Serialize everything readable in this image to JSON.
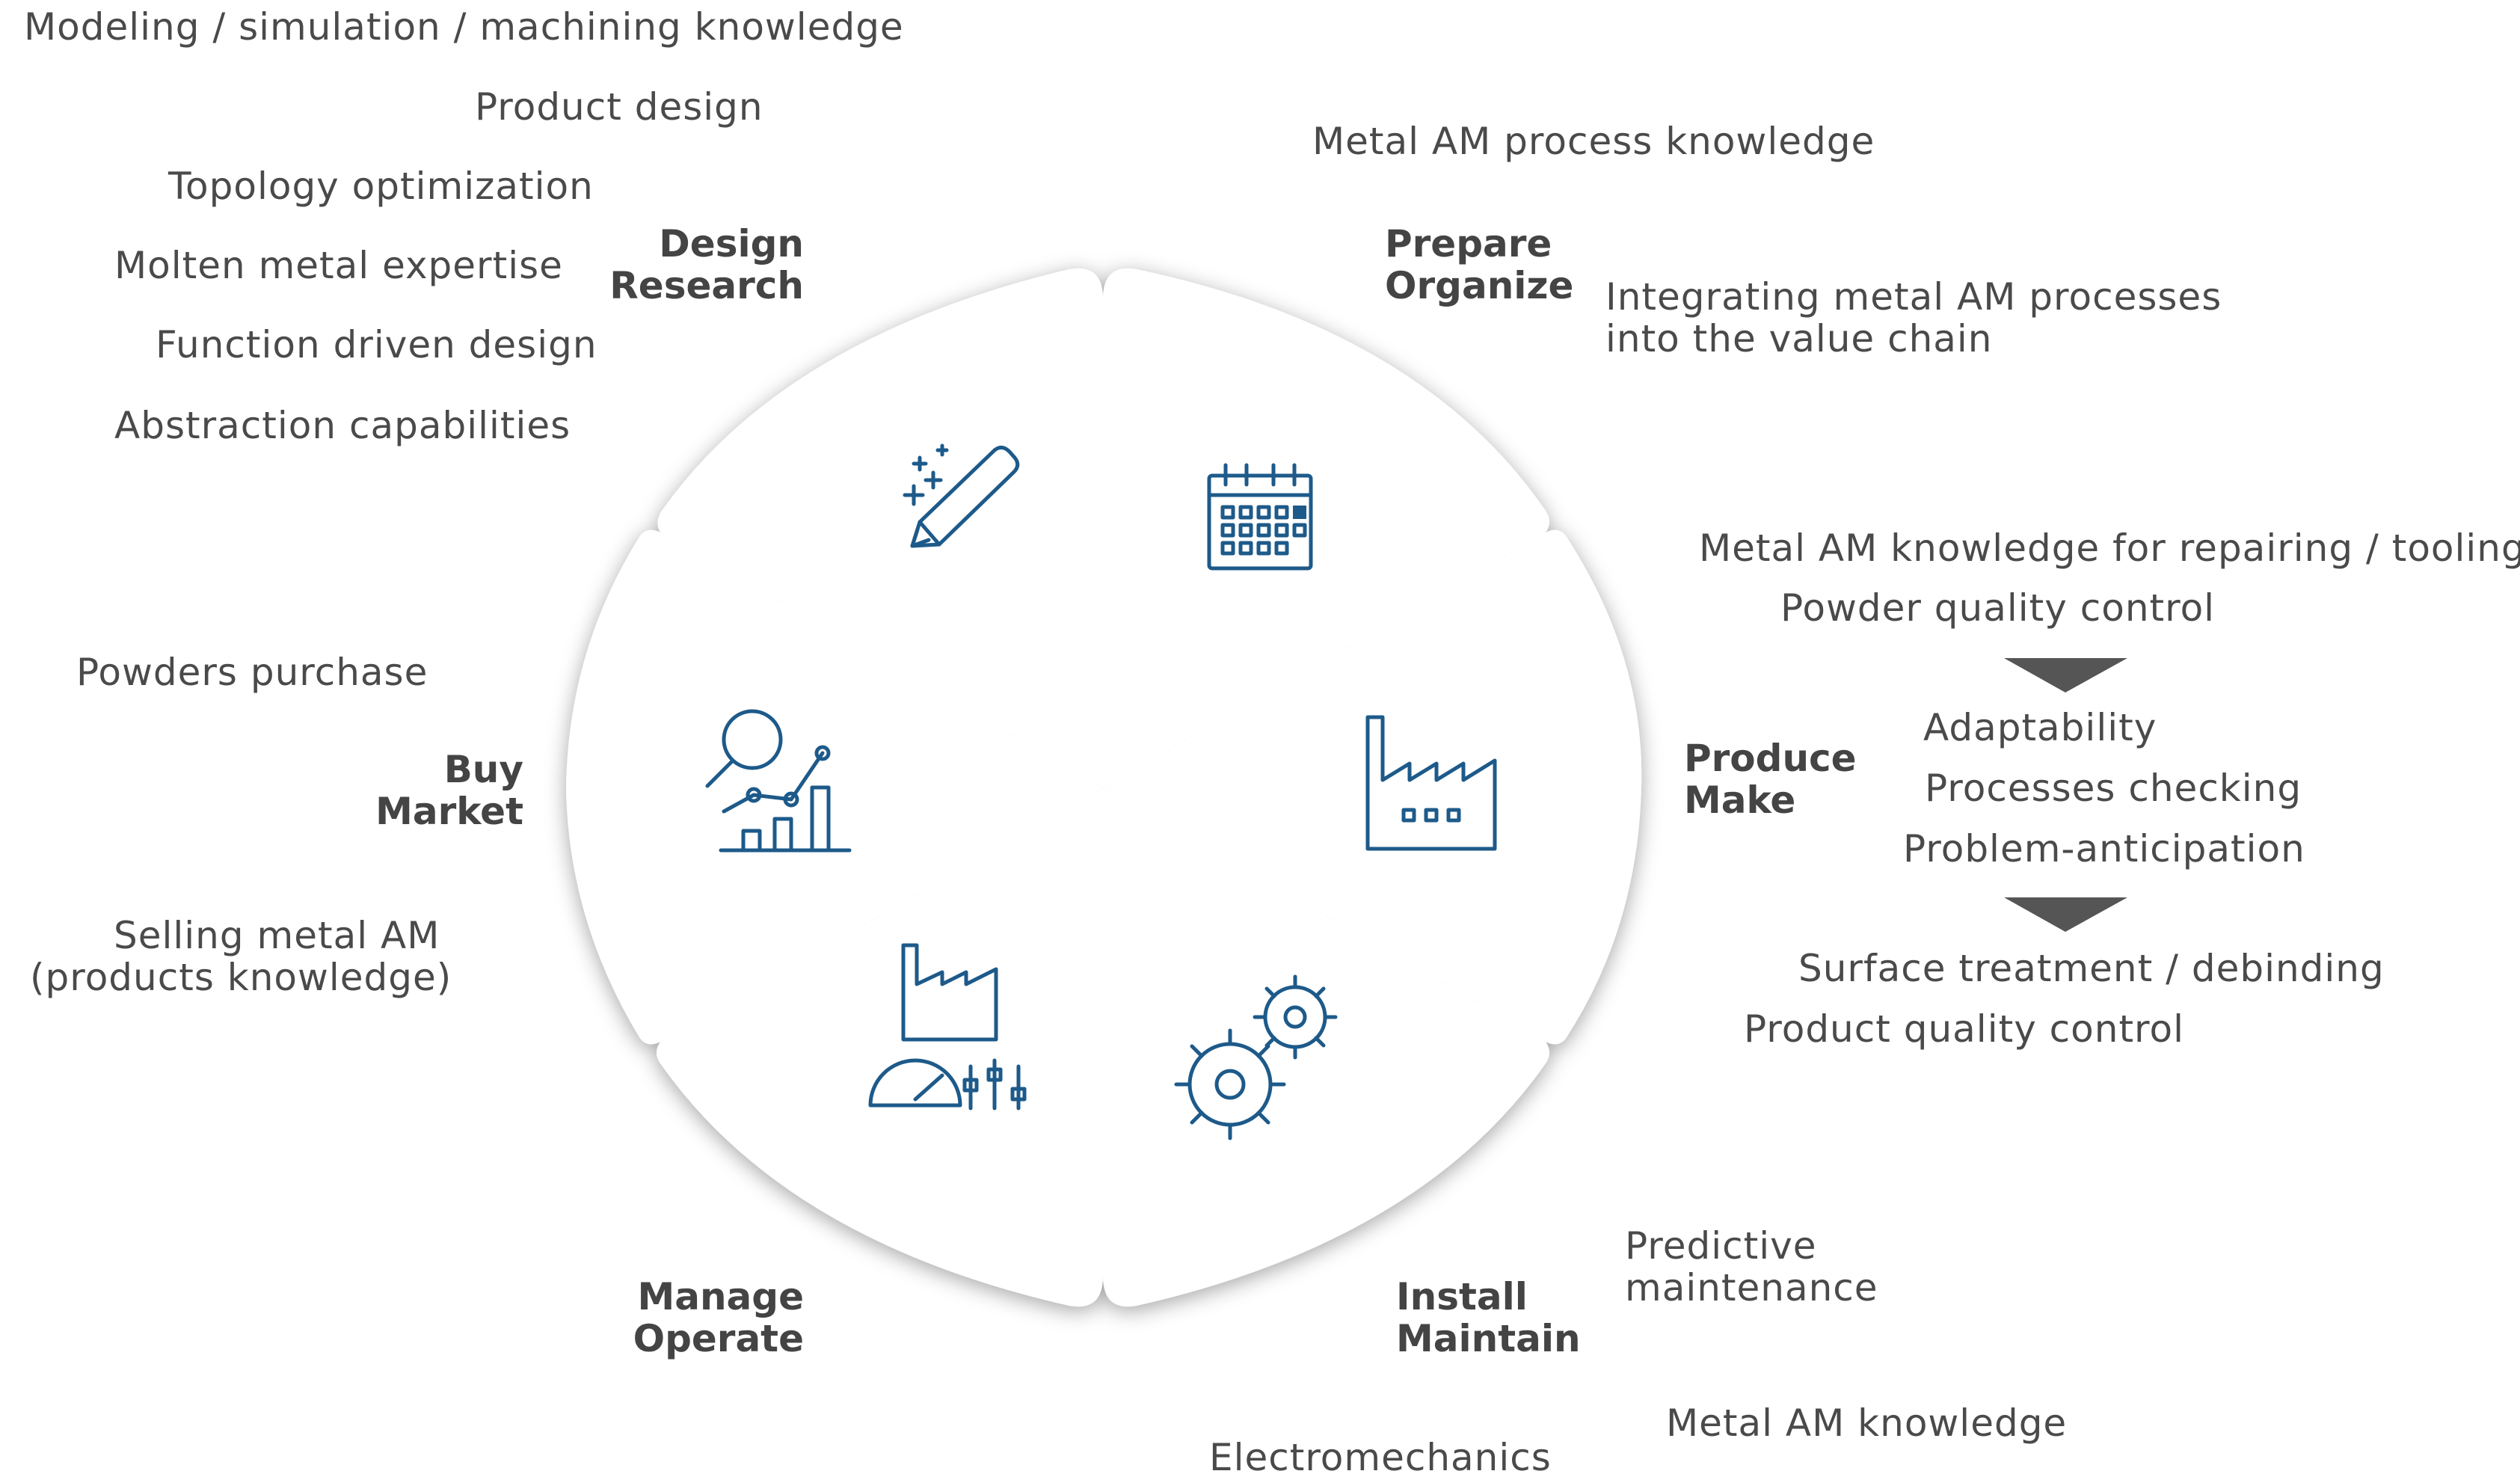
{
  "diagram": {
    "segments": [
      {
        "id": "design",
        "lines": [
          "Design",
          "Research"
        ],
        "icon": "pencil-sparkle-icon"
      },
      {
        "id": "prepare",
        "lines": [
          "Prepare",
          "Organize"
        ],
        "icon": "calendar-icon"
      },
      {
        "id": "produce",
        "lines": [
          "Produce",
          "Make"
        ],
        "icon": "factory-icon"
      },
      {
        "id": "install",
        "lines": [
          "Install",
          "Maintain"
        ],
        "icon": "gears-icon"
      },
      {
        "id": "manage",
        "lines": [
          "Manage",
          "Operate"
        ],
        "icon": "factory-gauge-icon"
      },
      {
        "id": "buy",
        "lines": [
          "Buy",
          "Market"
        ],
        "icon": "magnifier-chart-icon"
      }
    ],
    "notes": {
      "design": [
        "Modeling / simulation / machining knowledge",
        "Product design",
        "Topology optimization",
        "Molten metal expertise",
        "Function driven design",
        "Abstraction capabilities"
      ],
      "prepare": [
        "Metal AM process knowledge",
        "Integrating metal AM processes",
        "into the value chain"
      ],
      "produce": [
        "Metal AM knowledge for repairing / tooling",
        "Powder quality control",
        "Adaptability",
        "Processes checking",
        "Problem-anticipation",
        "Surface treatment / debinding",
        "Product quality control"
      ],
      "install": [
        "Predictive",
        "maintenance",
        "Metal AM knowledge",
        "Electromechanics"
      ],
      "buy": [
        "Powders purchase",
        "Selling metal AM",
        "(products knowledge)"
      ]
    },
    "colors": {
      "segment_fill": "#ffffff",
      "icon": "#1d5a8a",
      "heading_text": "#444444",
      "note_text": "#4a4a4a",
      "arrow": "#555555"
    }
  }
}
